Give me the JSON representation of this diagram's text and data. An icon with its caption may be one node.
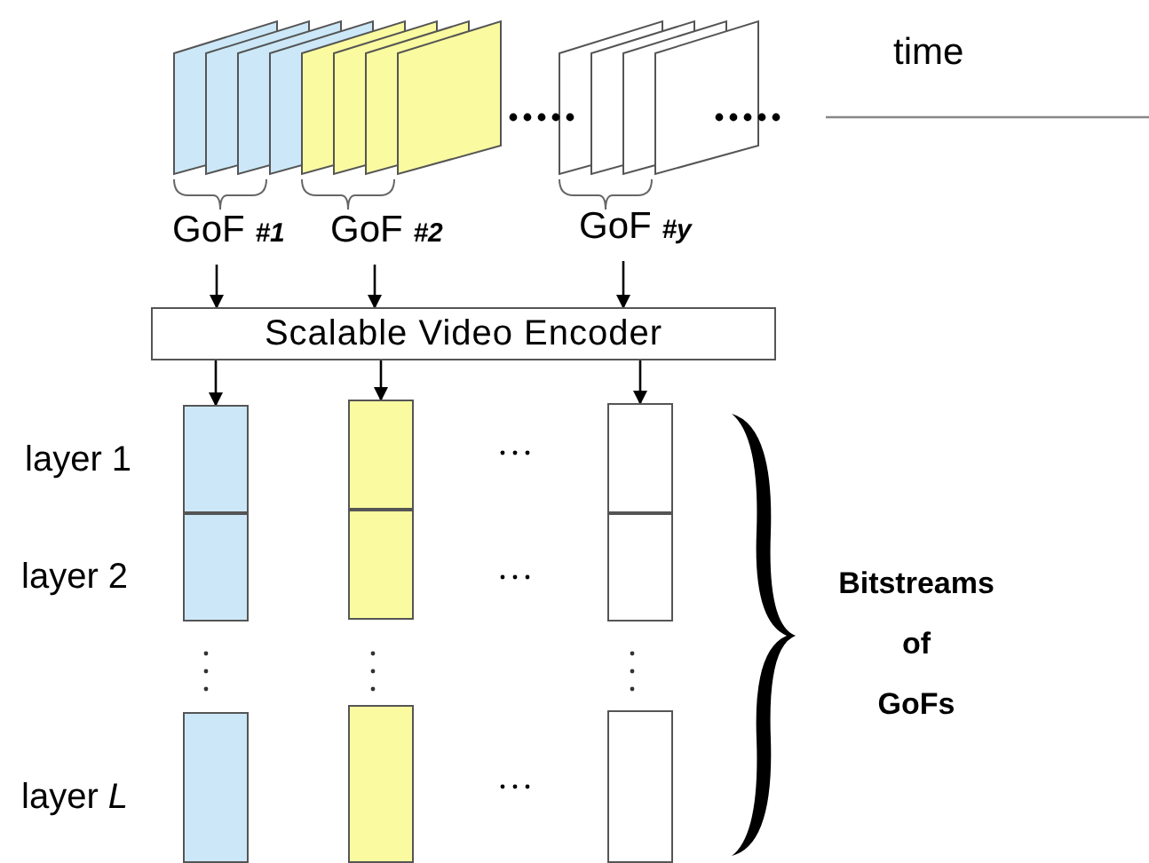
{
  "diagram": {
    "nodes": [
      {
        "text": [
          "GoF **#1**"
        ]
      },
      {
        "text": [
          "GoF **#2**"
        ]
      },
      {
        "text": [
          "GoF **#y**"
        ]
      },
      {
        "text": [
          "Scalable Video Encoder"
        ]
      },
      {
        "text": [],
        "shape": "box"
      },
      {
        "text": [],
        "shape": "box"
      },
      {
        "text": [],
        "shape": "box"
      },
      {
        "text": [],
        "shape": "box"
      },
      {
        "text": [],
        "shape": "box"
      },
      {
        "text": [],
        "shape": "box"
      },
      {
        "text": [],
        "shape": "box"
      },
      {
        "text": [],
        "shape": "box"
      },
      {
        "text": [],
        "shape": "box"
      }
    ],
    "edges": [
      {
        "from": 0,
        "to": 3,
        "arrow": "to"
      },
      {
        "from": 1,
        "to": 3,
        "arrow": "to"
      },
      {
        "from": 2,
        "to": 3,
        "arrow": "to"
      },
      {
        "from": 3,
        "to": 4,
        "arrow": "to"
      },
      {
        "from": 3,
        "to": 5,
        "arrow": "to"
      },
      {
        "from": 3,
        "to": 6,
        "arrow": "to"
      }
    ],
    "labels": [
      "time",
      "layer 1",
      "layer 2",
      "layer *L*",
      "Bitstreams of GoFs"
    ]
  }
}
